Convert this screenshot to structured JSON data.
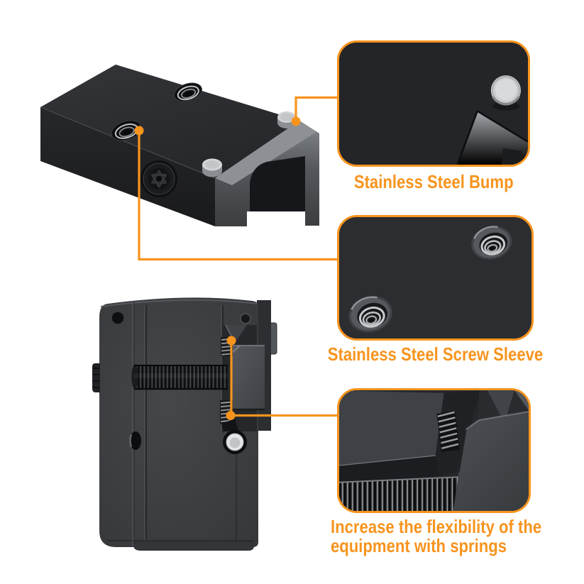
{
  "theme": {
    "accent": "#F7941E",
    "background": "#FFFFFF",
    "metal_dark": "#242528",
    "metal_gray": "#53565a",
    "steel_silver": "#d0d2d4"
  },
  "callouts": {
    "bump": {
      "label": "Stainless Steel Bump"
    },
    "screw_sleeve": {
      "label": "Stainless Steel Screw Sleeve"
    },
    "springs": {
      "label_line1": "Increase the flexibility of the",
      "label_line2": "equipment with springs"
    }
  }
}
